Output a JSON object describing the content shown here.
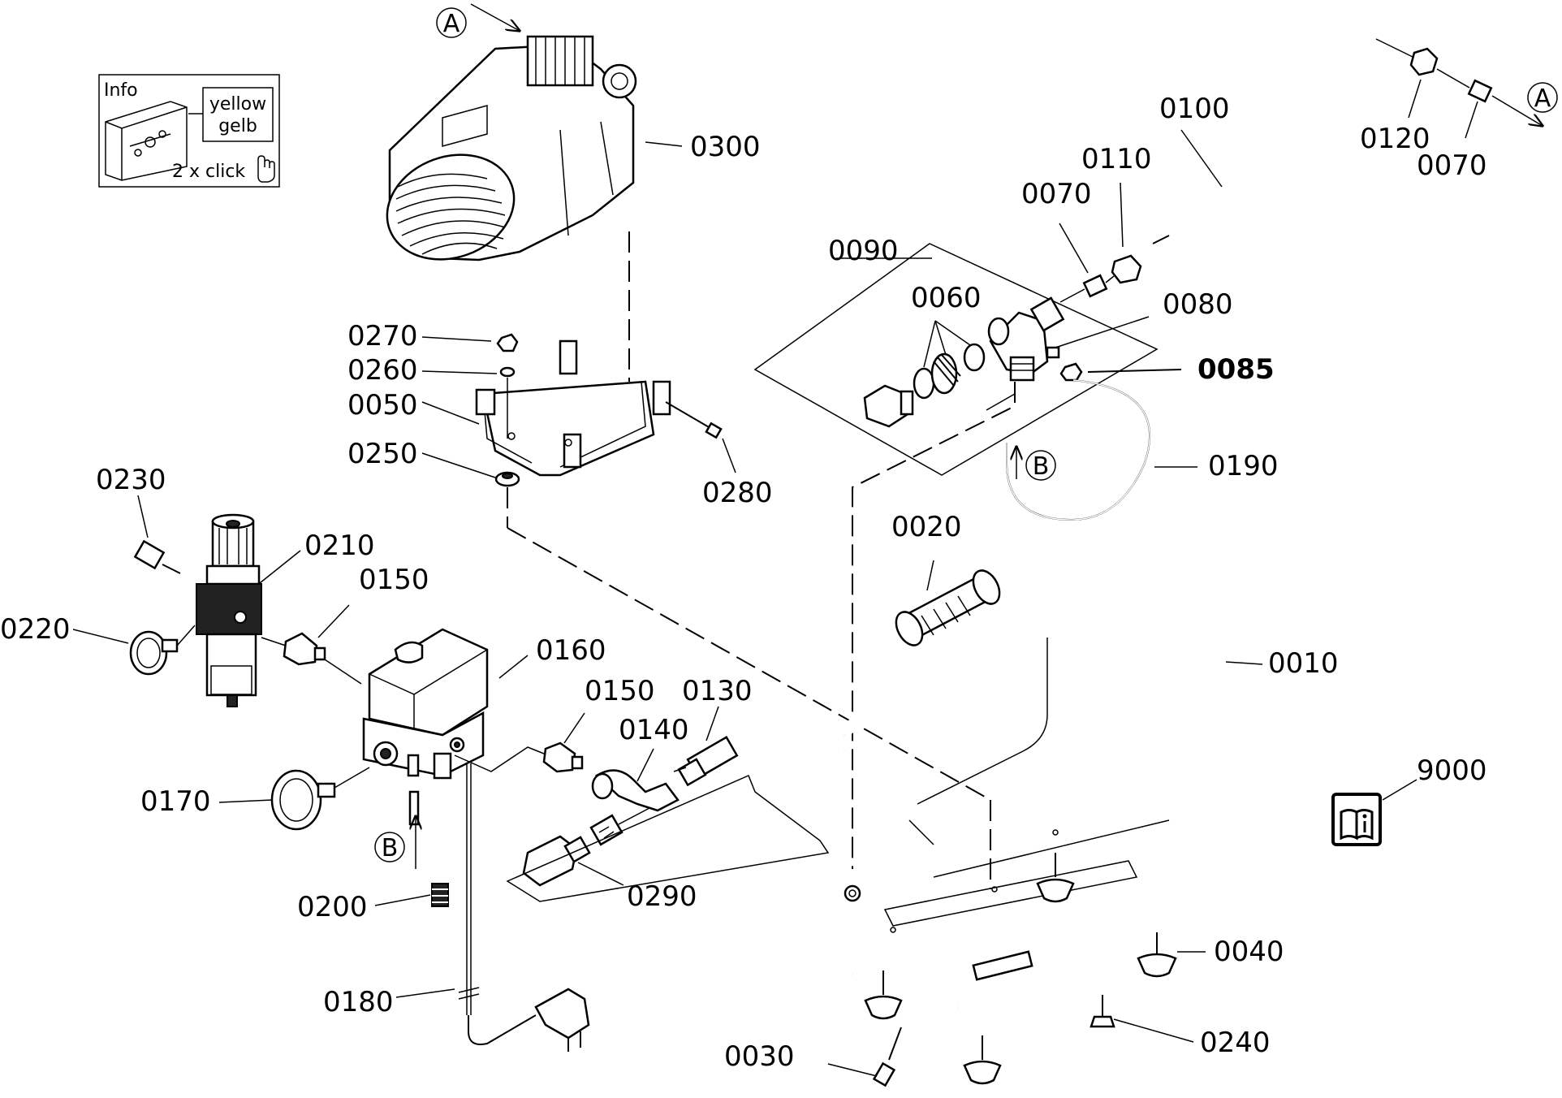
{
  "info_box": {
    "title": "Info",
    "color_en": "yellow",
    "color_de": "gelb",
    "action": "2 x click",
    "icon": "pointer-hand-icon"
  },
  "markers": {
    "a_top": "A",
    "a_right": "A",
    "b_hose": "B",
    "b_left": "B"
  },
  "parts": {
    "p0300": "0300",
    "p0100": "0100",
    "p0110": "0110",
    "p0120": "0120",
    "p0070a": "0070",
    "p0070b": "0070",
    "p0090": "0090",
    "p0060": "0060",
    "p0080": "0080",
    "p0085": "0085",
    "p0190": "0190",
    "p0270": "0270",
    "p0260": "0260",
    "p0050": "0050",
    "p0250": "0250",
    "p0280": "0280",
    "p0230": "0230",
    "p0210": "0210",
    "p0150a": "0150",
    "p0220": "0220",
    "p0160": "0160",
    "p0150b": "0150",
    "p0130": "0130",
    "p0140": "0140",
    "p0170": "0170",
    "p0290": "0290",
    "p0200": "0200",
    "p0180": "0180",
    "p0020": "0020",
    "p0010": "0010",
    "p9000": "9000",
    "p0040": "0040",
    "p0240": "0240",
    "p0030": "0030"
  },
  "manual_icon": "manual-book-info-icon"
}
